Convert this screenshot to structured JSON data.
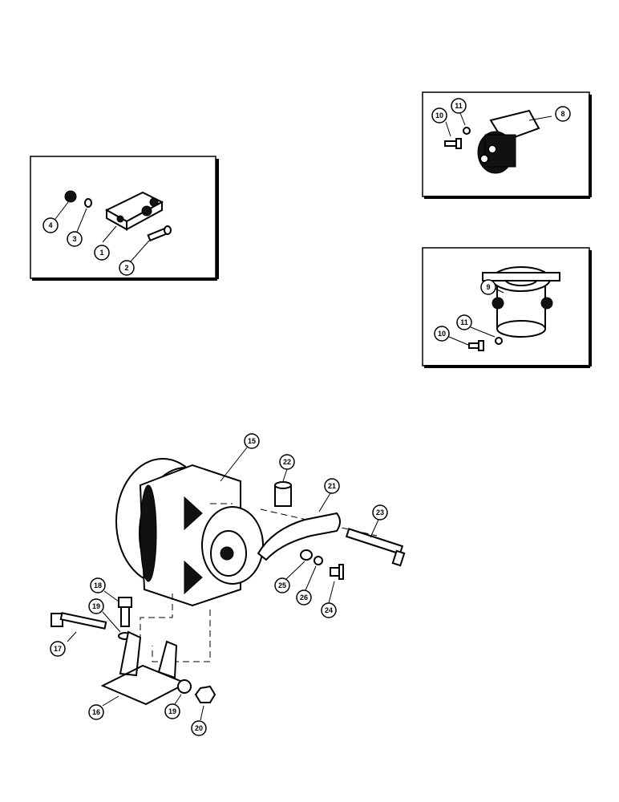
{
  "callouts": {
    "c1": "1",
    "c2": "2",
    "c3": "3",
    "c4": "4",
    "c8": "8",
    "c10a": "10",
    "c11a": "11",
    "c9": "9",
    "c10b": "10",
    "c11b": "11",
    "c15": "15",
    "c16": "16",
    "c17": "17",
    "c18": "18",
    "c19a": "19",
    "c19b": "19",
    "c20": "20",
    "c21": "21",
    "c22": "22",
    "c23": "23",
    "c24": "24",
    "c25": "25",
    "c26": "26"
  }
}
